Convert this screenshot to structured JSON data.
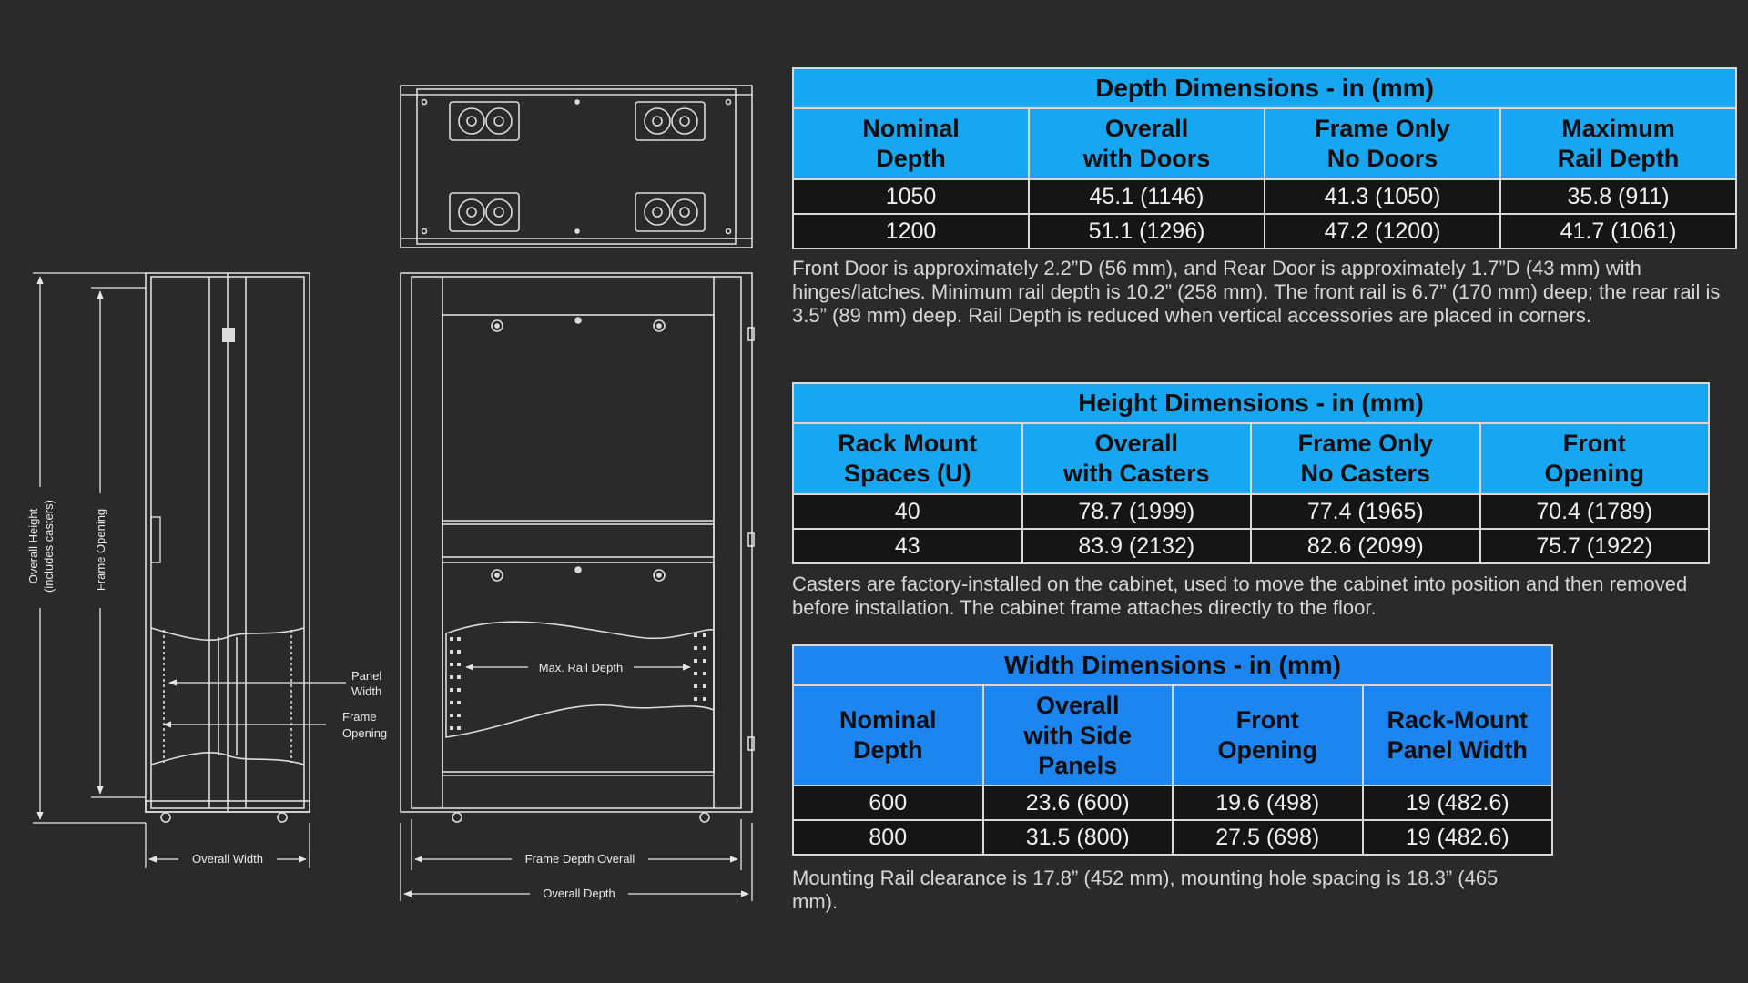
{
  "colors": {
    "background": "#2a2a2a",
    "cyan_header": "#17a6f2",
    "blue_header": "#1d85ef",
    "cell_bg": "#151515",
    "line": "#d8d8d8"
  },
  "drawing_labels": {
    "overall_height": "Overall Height",
    "includes_casters": "(includes casters)",
    "frame_opening_vertical": "Frame Opening",
    "panel": "Panel",
    "width": "Width",
    "frame": "Frame",
    "opening": "Opening",
    "overall_width": "Overall Width",
    "max_rail_depth": "Max. Rail Depth",
    "frame_depth_overall": "Frame Depth Overall",
    "overall_depth": "Overall Depth"
  },
  "depth": {
    "title": "Depth Dimensions - in (mm)",
    "headers": [
      "Nominal\nDepth",
      "Overall\nwith Doors",
      "Frame Only\nNo Doors",
      "Maximum\nRail Depth"
    ],
    "rows": [
      [
        "1050",
        "45.1 (1146)",
        "41.3 (1050)",
        "35.8 (911)"
      ],
      [
        "1200",
        "51.1 (1296)",
        "47.2 (1200)",
        "41.7 (1061)"
      ]
    ],
    "note": "Front Door is approximately 2.2”D (56 mm), and Rear Door is approximately 1.7”D (43 mm) with hinges/latches. Minimum rail depth is 10.2” (258 mm). The front rail is 6.7” (170 mm) deep; the rear rail is 3.5” (89 mm) deep. Rail Depth is reduced when vertical accessories are placed in corners."
  },
  "height": {
    "title": "Height Dimensions - in (mm)",
    "headers": [
      "Rack Mount\nSpaces (U)",
      "Overall\nwith Casters",
      "Frame Only\nNo Casters",
      "Front\nOpening"
    ],
    "rows": [
      [
        "40",
        "78.7 (1999)",
        "77.4 (1965)",
        "70.4 (1789)"
      ],
      [
        "43",
        "83.9 (2132)",
        "82.6 (2099)",
        "75.7 (1922)"
      ]
    ],
    "note": "Casters are factory-installed on the cabinet, used to move the cabinet into position and then removed before installation. The cabinet frame attaches directly to the floor."
  },
  "width": {
    "title": "Width Dimensions - in (mm)",
    "headers": [
      "Nominal\nDepth",
      "Overall\nwith Side\nPanels",
      "Front\nOpening",
      "Rack-Mount\nPanel Width"
    ],
    "rows": [
      [
        "600",
        "23.6 (600)",
        "19.6 (498)",
        "19 (482.6)"
      ],
      [
        "800",
        "31.5 (800)",
        "27.5 (698)",
        "19 (482.6)"
      ]
    ],
    "note": "Mounting Rail clearance is 17.8” (452 mm), mounting hole spacing is 18.3” (465 mm)."
  }
}
